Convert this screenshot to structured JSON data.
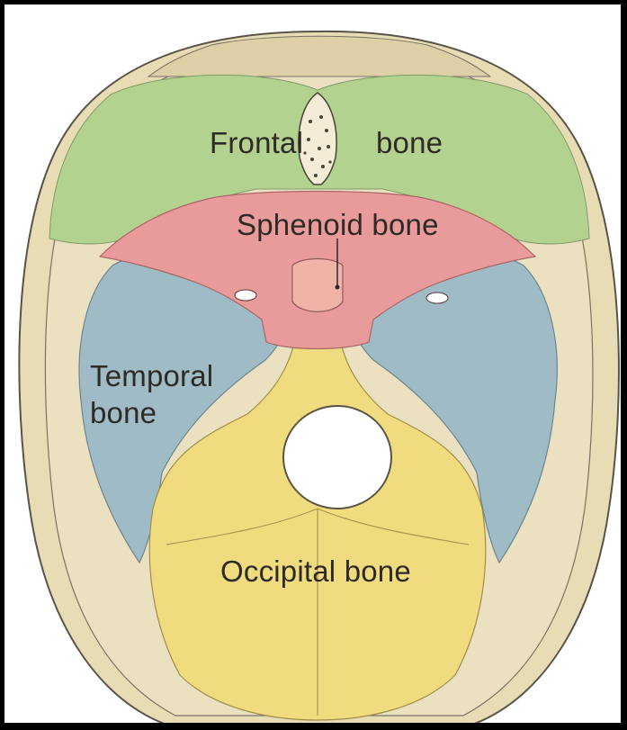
{
  "labels": {
    "frontal_part1": "Frontal",
    "frontal_part2": "bone",
    "sphenoid": "Sphenoid bone",
    "temporal_line1": "Temporal",
    "temporal_line2": "bone",
    "occipital": "Occipital bone"
  },
  "colors": {
    "frontal": "#b4d28f",
    "sphenoid": "#e99a9a",
    "temporal": "#9fbcc6",
    "occipital": "#f0dc7e",
    "skull_rim": "#e8dcb5",
    "outline": "#5a5448",
    "background": "#ffffff",
    "frame": "#000000"
  }
}
